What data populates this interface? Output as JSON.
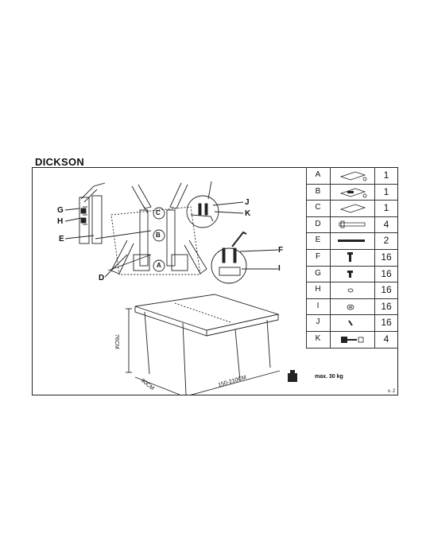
{
  "document": {
    "title": "DICKSON",
    "version": "v. 2",
    "max_load": "max. 30 kg"
  },
  "callouts": {
    "A": "A",
    "B": "B",
    "C": "C",
    "D": "D",
    "E": "E",
    "F": "F",
    "G": "G",
    "H": "H",
    "I": "I",
    "J": "J",
    "K": "K"
  },
  "dimensions": {
    "height": "76CM",
    "depth": "90CM",
    "length": "150-210CM"
  },
  "parts": [
    {
      "letter": "A",
      "qty": "1",
      "icon": "tabletop-leaf-icon"
    },
    {
      "letter": "B",
      "qty": "1",
      "icon": "tabletop-with-fittings-icon"
    },
    {
      "letter": "C",
      "qty": "1",
      "icon": "tabletop-panel-icon"
    },
    {
      "letter": "D",
      "qty": "4",
      "icon": "leg-bracket-icon"
    },
    {
      "letter": "E",
      "qty": "2",
      "icon": "rail-icon"
    },
    {
      "letter": "F",
      "qty": "16",
      "icon": "bolt-icon"
    },
    {
      "letter": "G",
      "qty": "16",
      "icon": "short-screw-icon"
    },
    {
      "letter": "H",
      "qty": "16",
      "icon": "nut-icon"
    },
    {
      "letter": "I",
      "qty": "16",
      "icon": "washer-icon"
    },
    {
      "letter": "J",
      "qty": "16",
      "icon": "pin-icon"
    },
    {
      "letter": "K",
      "qty": "4",
      "icon": "allen-key-icon"
    }
  ]
}
